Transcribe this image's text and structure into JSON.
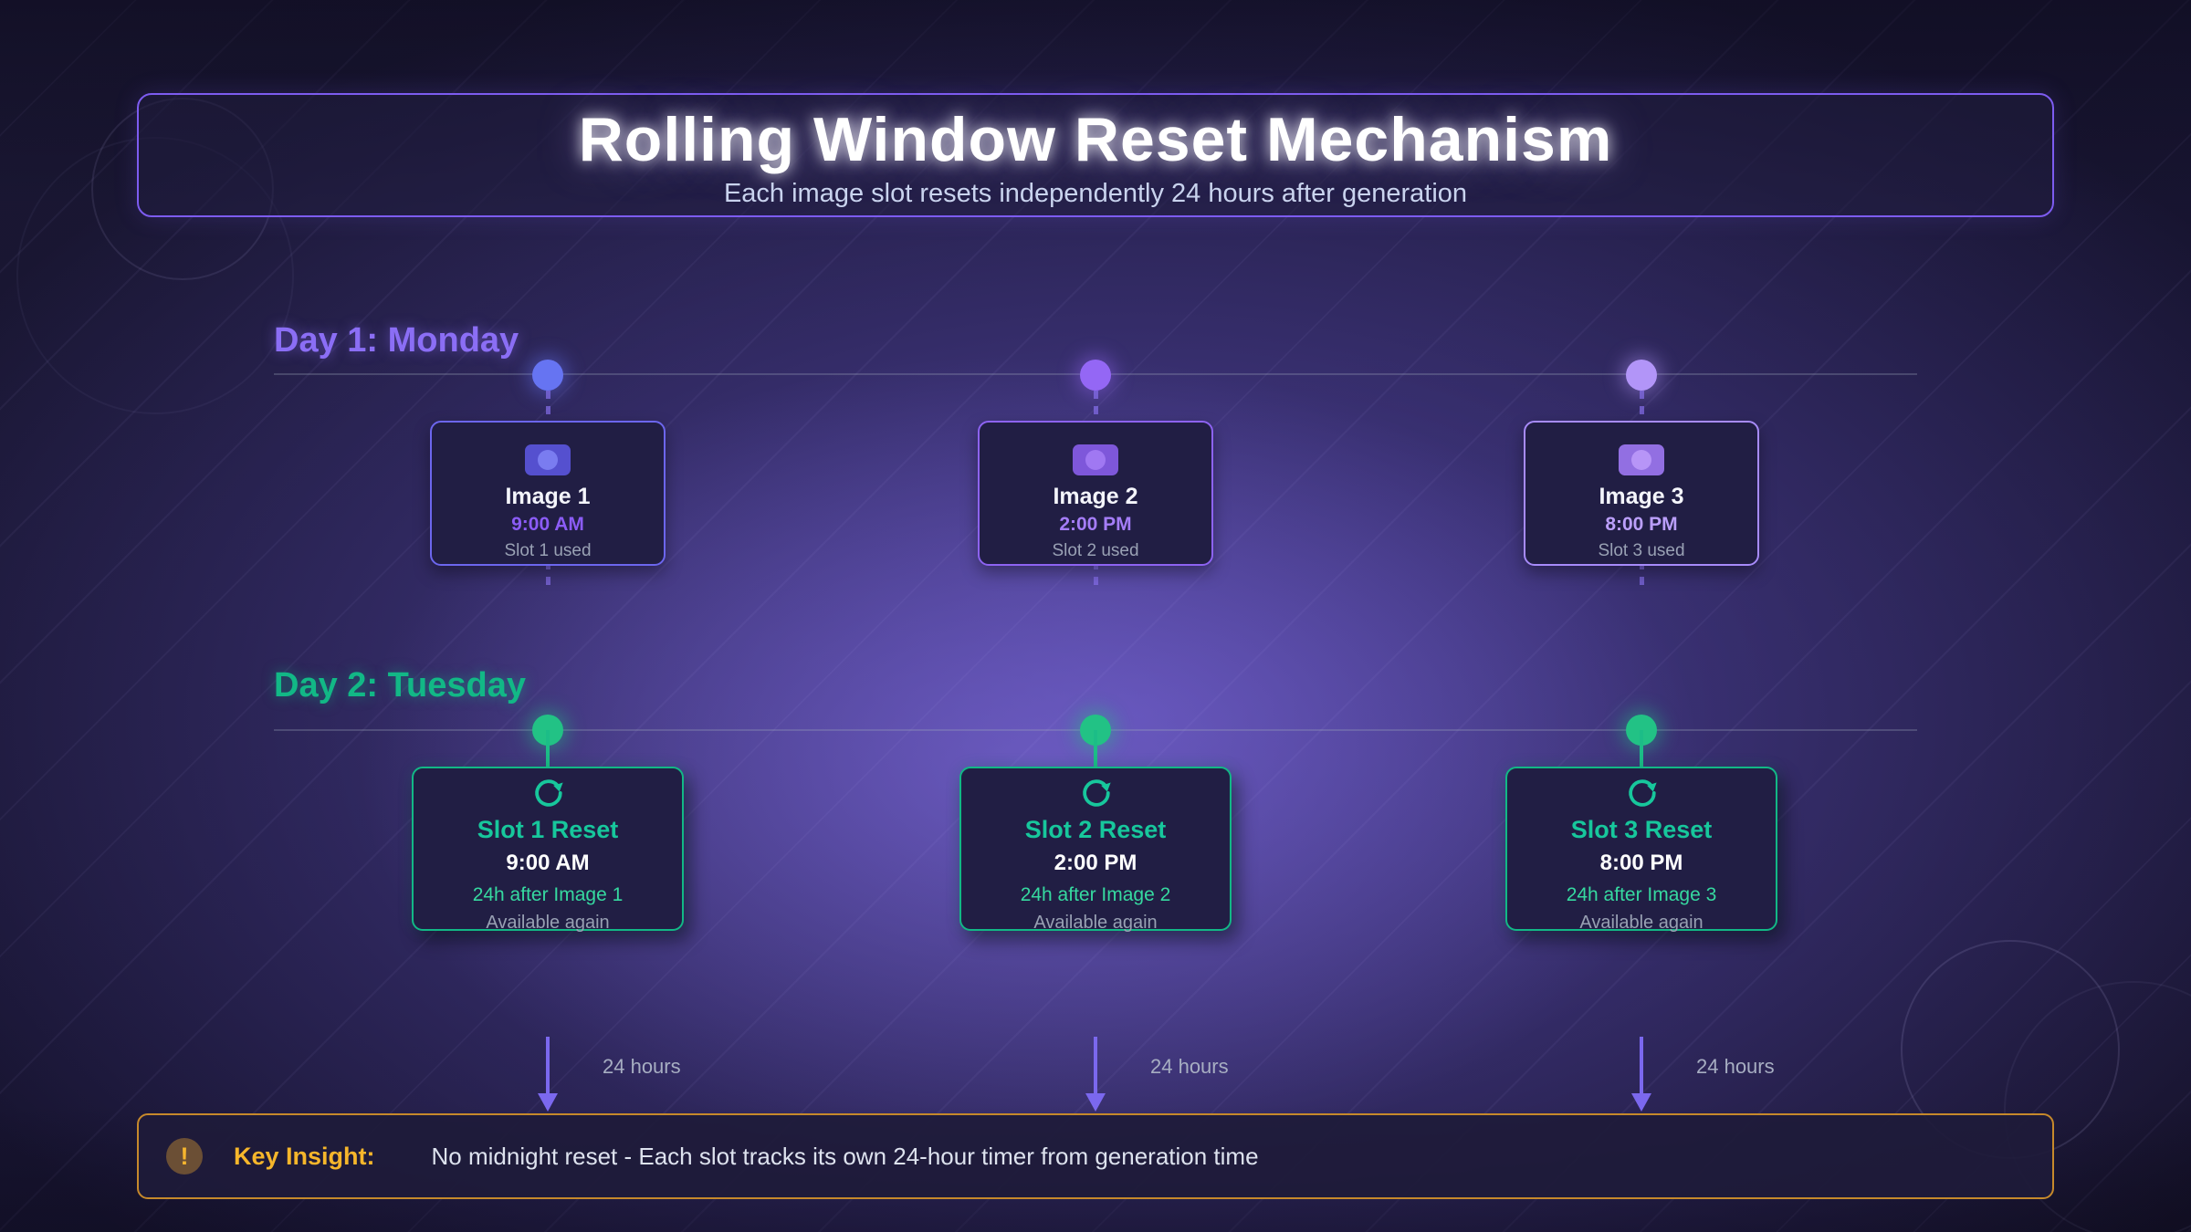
{
  "header": {
    "title": "Rolling Window Reset Mechanism",
    "subtitle": "Each image slot resets independently 24 hours after generation"
  },
  "day1": {
    "heading": "Day 1: Monday",
    "cards": [
      {
        "title": "Image 1",
        "time": "9:00 AM",
        "caption": "Slot 1 used"
      },
      {
        "title": "Image 2",
        "time": "2:00 PM",
        "caption": "Slot 2 used"
      },
      {
        "title": "Image 3",
        "time": "8:00 PM",
        "caption": "Slot 3 used"
      }
    ]
  },
  "day2": {
    "heading": "Day 2: Tuesday",
    "cards": [
      {
        "title": "Slot 1 Reset",
        "time": "9:00 AM",
        "note": "24h after Image 1",
        "caption": "Available again"
      },
      {
        "title": "Slot 2 Reset",
        "time": "2:00 PM",
        "note": "24h after Image 2",
        "caption": "Available again"
      },
      {
        "title": "Slot 3 Reset",
        "time": "8:00 PM",
        "note": "24h after Image 3",
        "caption": "Available again"
      }
    ]
  },
  "timers": {
    "labels": [
      "24 hours",
      "24 hours",
      "24 hours"
    ]
  },
  "insight": {
    "icon_glyph": "!",
    "label": "Key Insight:",
    "text": "No midnight reset - Each slot tracks its own 24-hour timer from generation time"
  },
  "icons": {
    "day1_card_icon": "image-icon",
    "day2_card_icon": "refresh-icon",
    "insight_icon": "exclamation-icon"
  },
  "colors": {
    "day1_heading": "#8b6ef5",
    "day1_dots": [
      "#6674f2",
      "#9467f5",
      "#b295f8"
    ],
    "day1_times": [
      "#8b5cf6",
      "#a57df8",
      "#bb9ffa"
    ],
    "day2_accent": "#12b886",
    "timeline_line": "#a0acbe",
    "arrow": "#7b68ee",
    "insight_border": "#c6892b",
    "insight_label": "#f6b62b",
    "card_background": "#211e44"
  }
}
